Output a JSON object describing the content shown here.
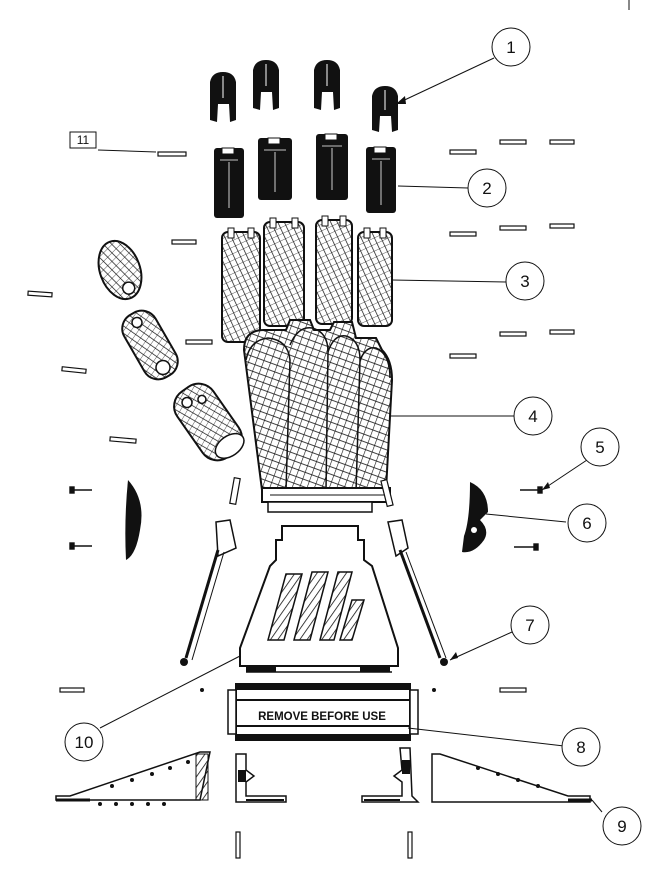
{
  "diagram": {
    "callouts": [
      {
        "id": "1",
        "label": "1"
      },
      {
        "id": "2",
        "label": "2"
      },
      {
        "id": "3",
        "label": "3"
      },
      {
        "id": "4",
        "label": "4"
      },
      {
        "id": "5",
        "label": "5"
      },
      {
        "id": "6",
        "label": "6"
      },
      {
        "id": "7",
        "label": "7"
      },
      {
        "id": "8",
        "label": "8"
      },
      {
        "id": "9",
        "label": "9"
      },
      {
        "id": "10",
        "label": "10"
      }
    ],
    "boxed_label": "11",
    "gauntlet_text": "REMOVE BEFORE USE",
    "colors": {
      "line": "#111111",
      "fill_dark": "#111111",
      "paper": "#ffffff"
    }
  }
}
